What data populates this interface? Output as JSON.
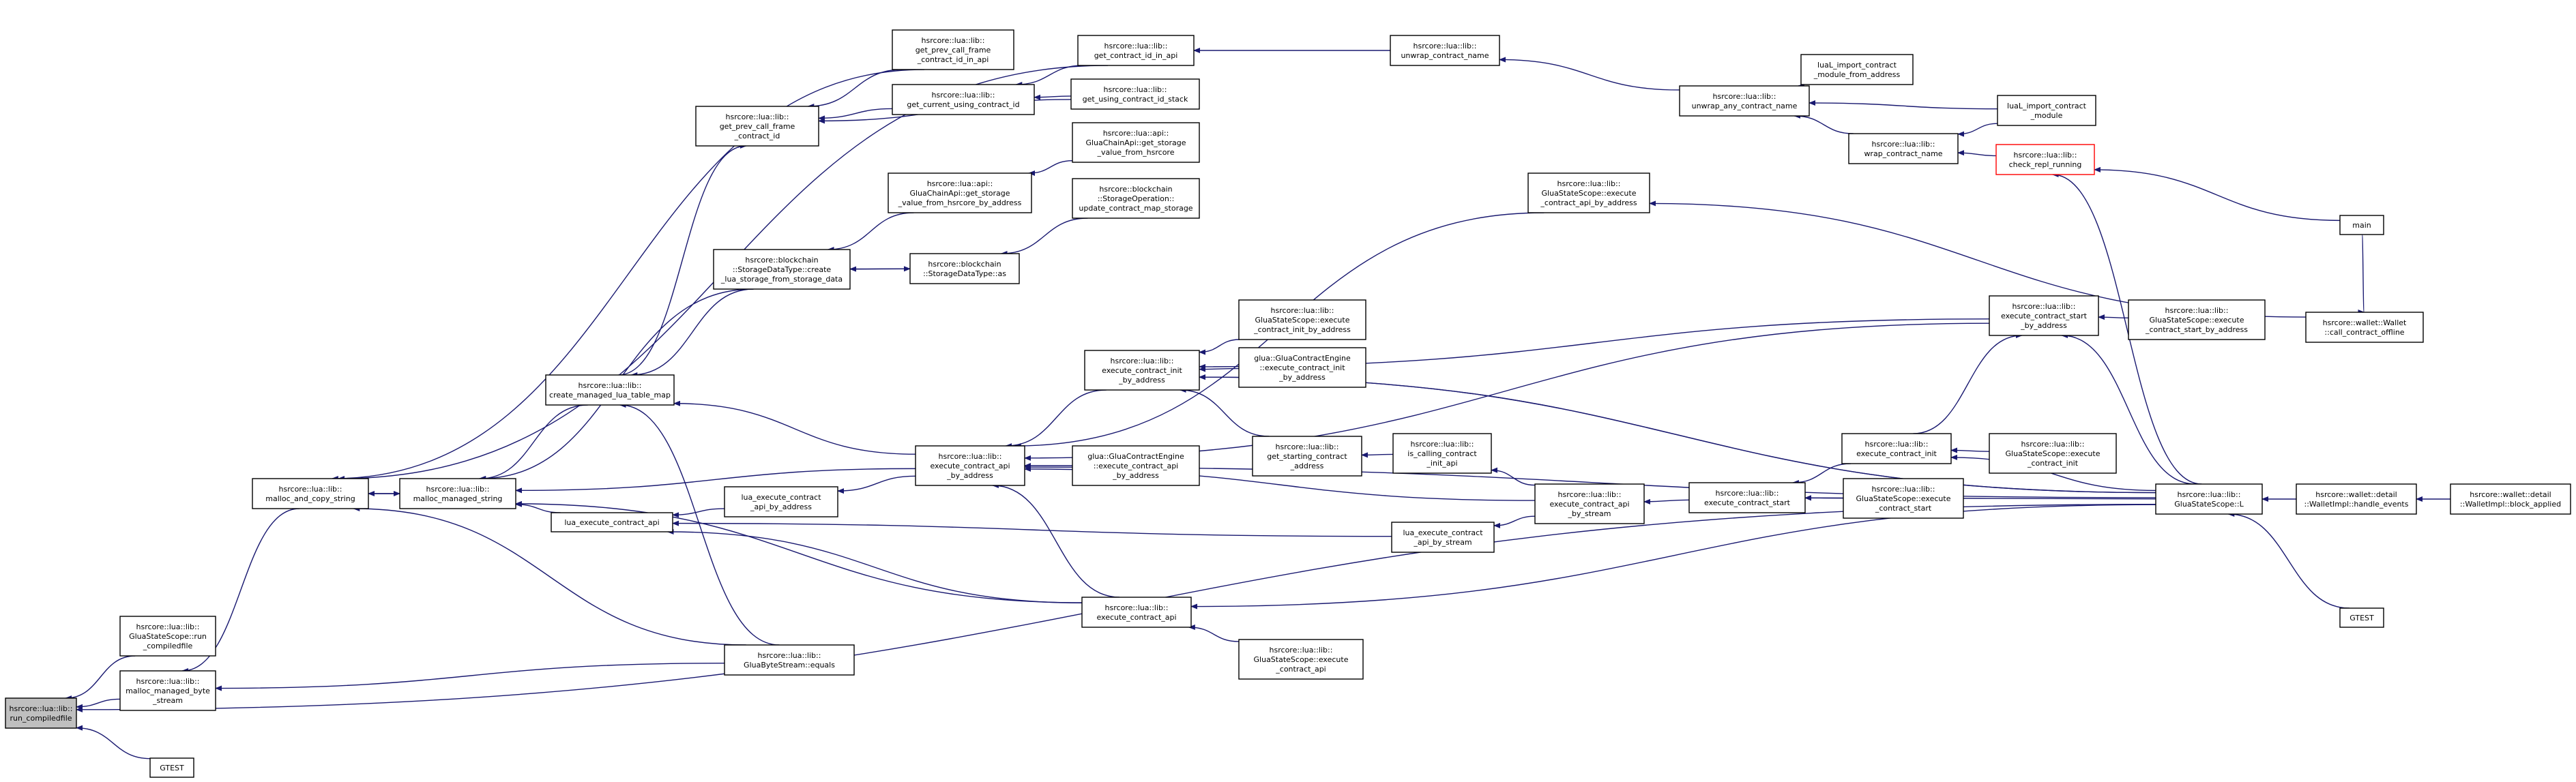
{
  "graph_title": "",
  "colors": {
    "edge": "#191970",
    "node_border": "#000000",
    "root_fill": "#bfbfbf",
    "highlight_border": "#ff0000"
  },
  "nodes": [
    {
      "id": "run_compiledfile",
      "lines": [
        "hsrcore::lua::lib::",
        "run_compiledfile"
      ],
      "style": "root"
    },
    {
      "id": "gluastatescope_run_compiledfile",
      "lines": [
        "hsrcore::lua::lib::",
        "GluaStateScope::run",
        "_compiledfile"
      ]
    },
    {
      "id": "malloc_managed_byte_stream",
      "lines": [
        "hsrcore::lua::lib::",
        "malloc_managed_byte",
        "_stream"
      ]
    },
    {
      "id": "gtest_left",
      "lines": [
        "GTEST"
      ]
    },
    {
      "id": "malloc_and_copy_string",
      "lines": [
        "hsrcore::lua::lib::",
        "malloc_and_copy_string"
      ]
    },
    {
      "id": "malloc_managed_string",
      "lines": [
        "hsrcore::lua::lib::",
        "malloc_managed_string"
      ]
    },
    {
      "id": "create_managed_lua_table_map",
      "lines": [
        "hsrcore::lua::lib::",
        "create_managed_lua_table_map"
      ]
    },
    {
      "id": "create_lua_storage",
      "lines": [
        "hsrcore::blockchain",
        "::StorageDataType::create",
        "_lua_storage_from_storage_data"
      ]
    },
    {
      "id": "get_prev_call_frame_contract_id",
      "lines": [
        "hsrcore::lua::lib::",
        "get_prev_call_frame",
        "_contract_id"
      ]
    },
    {
      "id": "get_prev_call_frame_contract_id_in_api",
      "lines": [
        "hsrcore::lua::lib::",
        "get_prev_call_frame",
        "_contract_id_in_api"
      ]
    },
    {
      "id": "get_current_using_contract_id",
      "lines": [
        "hsrcore::lua::lib::",
        "get_current_using_contract_id"
      ]
    },
    {
      "id": "get_contract_id_in_api",
      "lines": [
        "hsrcore::lua::lib::",
        "get_contract_id_in_api"
      ]
    },
    {
      "id": "get_using_contract_id_stack",
      "lines": [
        "hsrcore::lua::lib::",
        "get_using_contract_id_stack"
      ]
    },
    {
      "id": "unwrap_contract_name",
      "lines": [
        "hsrcore::lua::lib::",
        "unwrap_contract_name"
      ]
    },
    {
      "id": "unwrap_any_contract_name",
      "lines": [
        "hsrcore::lua::lib::",
        "unwrap_any_contract_name"
      ]
    },
    {
      "id": "lual_import_contract_module_from_address",
      "lines": [
        "luaL_import_contract",
        "_module_from_address"
      ]
    },
    {
      "id": "lual_import_contract_module",
      "lines": [
        "luaL_import_contract",
        "_module"
      ]
    },
    {
      "id": "wrap_contract_name",
      "lines": [
        "hsrcore::lua::lib::",
        "wrap_contract_name"
      ]
    },
    {
      "id": "check_repl_running",
      "lines": [
        "hsrcore::lua::lib::",
        "check_repl_running"
      ],
      "style": "red"
    },
    {
      "id": "main",
      "lines": [
        "main"
      ]
    },
    {
      "id": "get_storage_value_from_hsrcore_by_address",
      "lines": [
        "hsrcore::lua::api::",
        "GluaChainApi::get_storage",
        "_value_from_hsrcore_by_address"
      ]
    },
    {
      "id": "get_storage_value_from_hsrcore",
      "lines": [
        "hsrcore::lua::api::",
        "GluaChainApi::get_storage",
        "_value_from_hsrcore"
      ]
    },
    {
      "id": "update_contract_map_storage",
      "lines": [
        "hsrcore::blockchain",
        "::StorageOperation::",
        "update_contract_map_storage"
      ]
    },
    {
      "id": "storagedatatype_as",
      "lines": [
        "hsrcore::blockchain",
        "::StorageDataType::as"
      ]
    },
    {
      "id": "execute_contract_api_by_address_scope",
      "lines": [
        "hsrcore::lua::lib::",
        "GluaStateScope::execute",
        "_contract_api_by_address"
      ]
    },
    {
      "id": "execute_contract_start_by_address",
      "lines": [
        "hsrcore::lua::lib::",
        "execute_contract_start",
        "_by_address"
      ]
    },
    {
      "id": "scope_execute_contract_start_by_address",
      "lines": [
        "hsrcore::lua::lib::",
        "GluaStateScope::execute",
        "_contract_start_by_address"
      ]
    },
    {
      "id": "wallet_call_contract_offline",
      "lines": [
        "hsrcore::wallet::Wallet",
        "::call_contract_offline"
      ]
    },
    {
      "id": "scope_execute_contract_init_by_address",
      "lines": [
        "hsrcore::lua::lib::",
        "GluaStateScope::execute",
        "_contract_init_by_address"
      ]
    },
    {
      "id": "execute_contract_init_by_address",
      "lines": [
        "hsrcore::lua::lib::",
        "execute_contract_init",
        "_by_address"
      ]
    },
    {
      "id": "glua_engine_execute_contract_init",
      "lines": [
        "glua::GluaContractEngine",
        "::execute_contract_init",
        "_by_address"
      ]
    },
    {
      "id": "get_starting_contract_address",
      "lines": [
        "hsrcore::lua::lib::",
        "get_starting_contract",
        "_address"
      ]
    },
    {
      "id": "is_calling_contract_init_api",
      "lines": [
        "hsrcore::lua::lib::",
        "is_calling_contract",
        "_init_api"
      ]
    },
    {
      "id": "execute_contract_api_by_address",
      "lines": [
        "hsrcore::lua::lib::",
        "execute_contract_api",
        "_by_address"
      ]
    },
    {
      "id": "glua_engine_execute_contract_api",
      "lines": [
        "glua::GluaContractEngine",
        "::execute_contract_api",
        "_by_address"
      ]
    },
    {
      "id": "execute_contract_init",
      "lines": [
        "hsrcore::lua::lib::",
        "execute_contract_init"
      ]
    },
    {
      "id": "scope_execute_contract_init",
      "lines": [
        "hsrcore::lua::lib::",
        "GluaStateScope::execute",
        "_contract_init"
      ]
    },
    {
      "id": "execute_contract_api_by_stream",
      "lines": [
        "hsrcore::lua::lib::",
        "execute_contract_api",
        "_by_stream"
      ]
    },
    {
      "id": "execute_contract_start",
      "lines": [
        "hsrcore::lua::lib::",
        "execute_contract_start"
      ]
    },
    {
      "id": "scope_execute_contract_start",
      "lines": [
        "hsrcore::lua::lib::",
        "GluaStateScope::execute",
        "_contract_start"
      ]
    },
    {
      "id": "gluastatescope_l",
      "lines": [
        "hsrcore::lua::lib::",
        "GluaStateScope::L"
      ]
    },
    {
      "id": "walletimpl_handle_events",
      "lines": [
        "hsrcore::wallet::detail",
        "::WalletImpl::handle_events"
      ]
    },
    {
      "id": "walletimpl_block_applied",
      "lines": [
        "hsrcore::wallet::detail",
        "::WalletImpl::block_applied"
      ]
    },
    {
      "id": "lua_execute_contract_api",
      "lines": [
        "lua_execute_contract_api"
      ]
    },
    {
      "id": "lua_execute_contract_api_by_address",
      "lines": [
        "lua_execute_contract",
        "_api_by_address"
      ]
    },
    {
      "id": "lua_execute_contract_api_by_stream",
      "lines": [
        "lua_execute_contract",
        "_api_by_stream"
      ]
    },
    {
      "id": "execute_contract_api",
      "lines": [
        "hsrcore::lua::lib::",
        "execute_contract_api"
      ]
    },
    {
      "id": "scope_execute_contract_api",
      "lines": [
        "hsrcore::lua::lib::",
        "GluaStateScope::execute",
        "_contract_api"
      ]
    },
    {
      "id": "gluabytestream_equals",
      "lines": [
        "hsrcore::lua::lib::",
        "GluaByteStream::equals"
      ]
    },
    {
      "id": "gtest_right",
      "lines": [
        "GTEST"
      ]
    }
  ],
  "edges": [
    [
      "gluastatescope_run_compiledfile",
      "run_compiledfile"
    ],
    [
      "malloc_managed_byte_stream",
      "run_compiledfile"
    ],
    [
      "gtest_left",
      "run_compiledfile"
    ],
    [
      "gluastatescope_l",
      "run_compiledfile"
    ],
    [
      "malloc_and_copy_string",
      "malloc_managed_byte_stream"
    ],
    [
      "gluabytestream_equals",
      "malloc_managed_byte_stream"
    ],
    [
      "malloc_managed_string",
      "malloc_and_copy_string"
    ],
    [
      "malloc_and_copy_string",
      "malloc_managed_string"
    ],
    [
      "get_prev_call_frame_contract_id_in_api",
      "malloc_and_copy_string"
    ],
    [
      "get_contract_id_in_api",
      "malloc_and_copy_string"
    ],
    [
      "gluabytestream_equals",
      "malloc_and_copy_string"
    ],
    [
      "create_managed_lua_table_map",
      "malloc_managed_string"
    ],
    [
      "create_lua_storage",
      "malloc_managed_string"
    ],
    [
      "execute_contract_api_by_address",
      "malloc_managed_string"
    ],
    [
      "lua_execute_contract_api",
      "malloc_managed_string"
    ],
    [
      "execute_contract_api",
      "malloc_managed_string"
    ],
    [
      "create_managed_lua_table_map",
      "get_prev_call_frame_contract_id"
    ],
    [
      "create_lua_storage",
      "create_managed_lua_table_map"
    ],
    [
      "gluabytestream_equals",
      "create_managed_lua_table_map"
    ],
    [
      "execute_contract_api_by_address",
      "create_managed_lua_table_map"
    ],
    [
      "storagedatatype_as",
      "create_lua_storage"
    ],
    [
      "create_lua_storage",
      "storagedatatype_as"
    ],
    [
      "get_storage_value_from_hsrcore_by_address",
      "create_lua_storage"
    ],
    [
      "update_contract_map_storage",
      "storagedatatype_as"
    ],
    [
      "get_storage_value_from_hsrcore",
      "get_storage_value_from_hsrcore_by_address"
    ],
    [
      "get_prev_call_frame_contract_id_in_api",
      "get_prev_call_frame_contract_id"
    ],
    [
      "get_current_using_contract_id",
      "get_prev_call_frame_contract_id"
    ],
    [
      "get_using_contract_id_stack",
      "get_prev_call_frame_contract_id"
    ],
    [
      "get_using_contract_id_stack",
      "get_current_using_contract_id"
    ],
    [
      "get_contract_id_in_api",
      "get_current_using_contract_id"
    ],
    [
      "unwrap_contract_name",
      "get_contract_id_in_api"
    ],
    [
      "unwrap_any_contract_name",
      "unwrap_contract_name"
    ],
    [
      "lual_import_contract_module_from_address",
      "unwrap_any_contract_name"
    ],
    [
      "lual_import_contract_module",
      "unwrap_any_contract_name"
    ],
    [
      "wrap_contract_name",
      "unwrap_any_contract_name"
    ],
    [
      "lual_import_contract_module",
      "wrap_contract_name"
    ],
    [
      "check_repl_running",
      "wrap_contract_name"
    ],
    [
      "main",
      "check_repl_running"
    ],
    [
      "gluastatescope_l",
      "check_repl_running"
    ],
    [
      "execute_contract_api_by_address_scope",
      "execute_contract_api_by_address"
    ],
    [
      "wallet_call_contract_offline",
      "execute_contract_api_by_address_scope"
    ],
    [
      "scope_execute_contract_start_by_address",
      "execute_contract_start_by_address"
    ],
    [
      "execute_contract_start_by_address",
      "execute_contract_init_by_address"
    ],
    [
      "execute_contract_start_by_address",
      "execute_contract_api_by_address"
    ],
    [
      "gluastatescope_l",
      "execute_contract_start_by_address"
    ],
    [
      "main",
      "wallet_call_contract_offline"
    ],
    [
      "scope_execute_contract_init_by_address",
      "execute_contract_init_by_address"
    ],
    [
      "glua_engine_execute_contract_init",
      "execute_contract_init_by_address"
    ],
    [
      "get_starting_contract_address",
      "execute_contract_init_by_address"
    ],
    [
      "gluastatescope_l",
      "execute_contract_init_by_address"
    ],
    [
      "is_calling_contract_init_api",
      "get_starting_contract_address"
    ],
    [
      "execute_contract_api_by_stream",
      "is_calling_contract_init_api"
    ],
    [
      "execute_contract_init_by_address",
      "execute_contract_api_by_address"
    ],
    [
      "glua_engine_execute_contract_api",
      "execute_contract_api_by_address"
    ],
    [
      "execute_contract_api_by_stream",
      "execute_contract_api_by_address"
    ],
    [
      "gluastatescope_l",
      "execute_contract_api_by_address"
    ],
    [
      "lua_execute_contract_api_by_address",
      "lua_execute_contract_api"
    ],
    [
      "execute_contract_api_by_address",
      "lua_execute_contract_api_by_address"
    ],
    [
      "lua_execute_contract_api_by_stream",
      "lua_execute_contract_api"
    ],
    [
      "execute_contract_api_by_stream",
      "lua_execute_contract_api_by_stream"
    ],
    [
      "execute_contract_api",
      "lua_execute_contract_api"
    ],
    [
      "execute_contract_api",
      "execute_contract_api_by_address"
    ],
    [
      "execute_contract_init",
      "execute_contract_start"
    ],
    [
      "execute_contract_start",
      "execute_contract_api_by_stream"
    ],
    [
      "execute_contract_init",
      "execute_contract_start_by_address"
    ],
    [
      "scope_execute_contract_init",
      "execute_contract_init"
    ],
    [
      "gluastatescope_l",
      "execute_contract_init"
    ],
    [
      "scope_execute_contract_start",
      "execute_contract_start"
    ],
    [
      "gluastatescope_l",
      "execute_contract_start"
    ],
    [
      "gluastatescope_l",
      "execute_contract_api"
    ],
    [
      "walletimpl_handle_events",
      "gluastatescope_l"
    ],
    [
      "walletimpl_block_applied",
      "walletimpl_handle_events"
    ],
    [
      "gtest_right",
      "gluastatescope_l"
    ],
    [
      "scope_execute_contract_api",
      "execute_contract_api"
    ],
    [
      "gluastatescope_l",
      "execute_contract_init_by_address"
    ]
  ]
}
